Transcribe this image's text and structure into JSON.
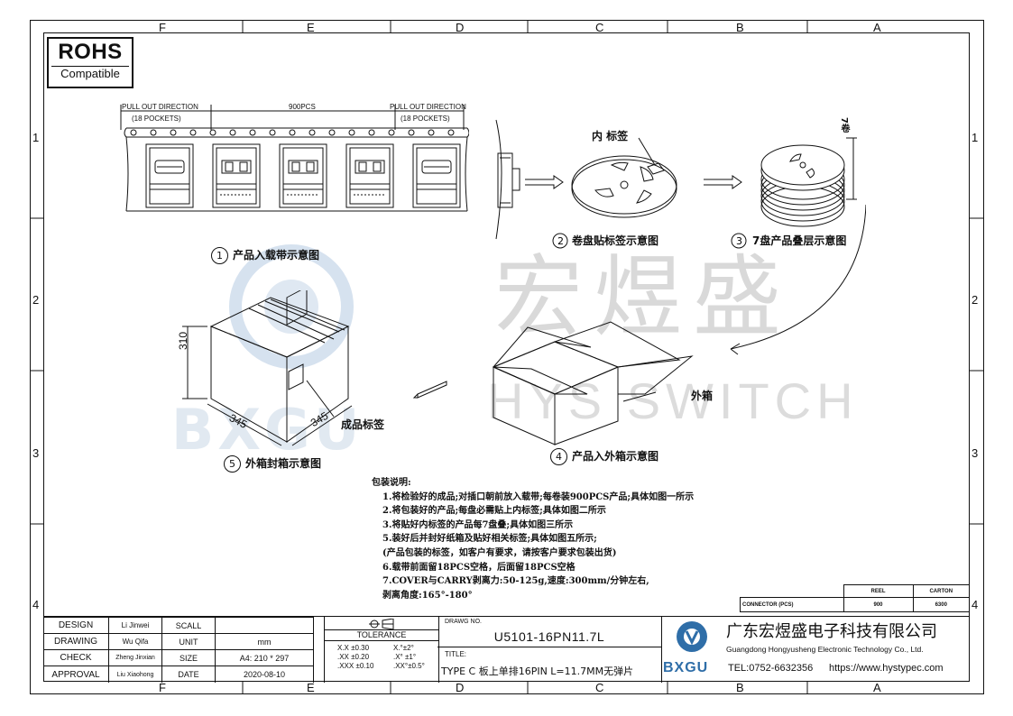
{
  "zones": {
    "columns": [
      "F",
      "E",
      "D",
      "C",
      "B",
      "A"
    ],
    "rows": [
      "1",
      "2",
      "3",
      "4"
    ]
  },
  "rohs": {
    "title": "ROHS",
    "subtitle": "Compatible"
  },
  "tape": {
    "pull_left": "PULL  OUT  DIRECTION",
    "pockets_left": "(18 POCKETS)",
    "count": "900PCS",
    "pull_right": "PULL  OUT  DIRECTION",
    "pockets_right": "(18 POCKETS)"
  },
  "labels": {
    "inner_label": "内 标签",
    "seven_reels": "7卷",
    "outer_box": "外箱",
    "product_label": "成品标签",
    "box_height": "310",
    "box_w1": "345",
    "box_w2": "345"
  },
  "captions": [
    {
      "num": "1",
      "text": "产品入载带示意图"
    },
    {
      "num": "2",
      "text": "卷盘贴标签示意图"
    },
    {
      "num": "3",
      "text": "7盘产品叠层示意图"
    },
    {
      "num": "4",
      "text": "产品入外箱示意图"
    },
    {
      "num": "5",
      "text": "外箱封箱示意图"
    }
  ],
  "watermark": {
    "cn": "宏煜盛",
    "en": "HYS SWITCH",
    "brand": "BXGU"
  },
  "notes": {
    "title": "包装说明:",
    "lines": [
      "1.将检验好的成品;对插口朝前放入载带;每卷装900PCS产品;具体如图一所示",
      "2.将包装好的产品;每盘必需贴上内标签;具体如图二所示",
      "3.将贴好内标签的产品每7盘叠;具体如图三所示",
      "5.装好后并封好纸箱及贴好相关标签;具体如图五所示;",
      "  (产品包装的标签，如客户有要求，请按客户要求包装出货)",
      "6.载带前面留18PCS空格，后面留18PCS空格",
      "7.COVER与CARRY剥离力:50-125g,速度:300mm/分钟左右,",
      "  剥离角度:165°-180°"
    ]
  },
  "qty_table": {
    "headers": [
      "",
      "REEL",
      "CARTON"
    ],
    "row_label": "CONNECTOR (PCS)",
    "reel": "900",
    "carton": "6300"
  },
  "title_block": {
    "design_label": "DESIGN",
    "design_name": "Li Jinwei",
    "drawing_label": "DRAWING",
    "drawing_name": "Wu Qifa",
    "check_label": "CHECK",
    "check_name": "Zheng Jinxian",
    "approval_label": "APPROVAL",
    "approval_name": "Liu Xiaohong",
    "scall_label": "SCALL",
    "scall_value": "",
    "unit_label": "UNIT",
    "unit_value": "mm",
    "size_label": "SIZE",
    "size_value": "A4: 210 * 297",
    "date_label": "DATE",
    "date_value": "2020-08-10",
    "tolerance_label": "TOLERANCE",
    "tol_x": "X.X  ±0.30",
    "tol_xx": ".XX  ±0.20",
    "tol_xxx": ".XXX  ±0.10",
    "tol_a1": "X.°±2°",
    "tol_a2": ".X° ±1°",
    "tol_a3": ".XX°±0.5°",
    "drawing_no_label": "DRAWG NO.",
    "drawing_no": "U5101-16PN11.7L",
    "title_label": "TITLE:",
    "title": "TYPE C 板上单排16PIN L=11.7MM无弹片",
    "company_cn": "广东宏煜盛电子科技有限公司",
    "company_en": "Guangdong Hongyusheng Electronic Technology Co., Ltd.",
    "tel": "TEL:0752-6632356",
    "website": "https://www.hystypec.com",
    "logo_text": "BXGU"
  }
}
